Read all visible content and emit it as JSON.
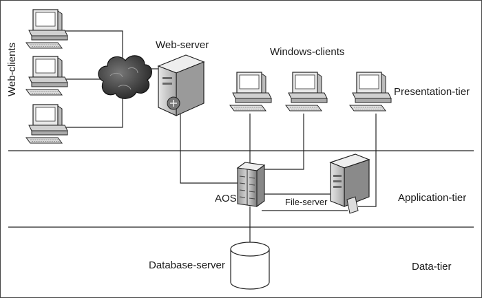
{
  "labels": {
    "web_clients": "Web-clients",
    "web_server": "Web-server",
    "windows_clients": "Windows-clients",
    "presentation_tier": "Presentation-tier",
    "aos": "AOS",
    "file_server": "File-server",
    "application_tier": "Application-tier",
    "database_server": "Database-server",
    "data_tier": "Data-tier"
  }
}
